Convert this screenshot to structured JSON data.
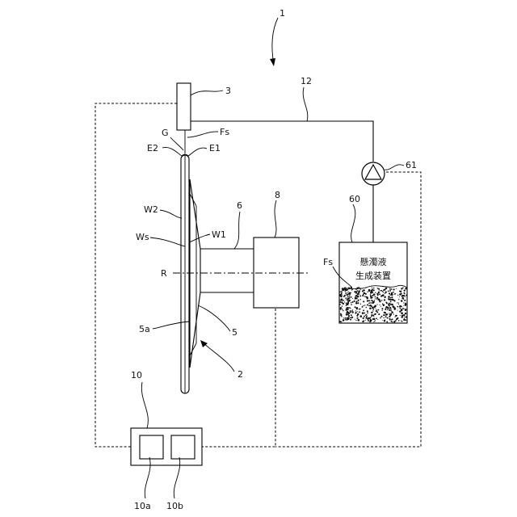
{
  "labels": {
    "system": "1",
    "nozzle": "3",
    "pipe": "12",
    "gap": "G",
    "suspension_top": "Fs",
    "edge2": "E2",
    "edge1": "E1",
    "pump": "61",
    "wafer2": "W2",
    "shaft": "6",
    "motor": "8",
    "generator": "60",
    "stack": "Ws",
    "wafer1": "W1",
    "suspension_tank": "Fs",
    "axis": "R",
    "holder_face": "5a",
    "holder": "5",
    "holding_unit": "2",
    "controller": "10",
    "controller_a": "10a",
    "controller_b": "10b"
  },
  "generator_text": {
    "line1": "懸濁液",
    "line2": "生成装置"
  }
}
